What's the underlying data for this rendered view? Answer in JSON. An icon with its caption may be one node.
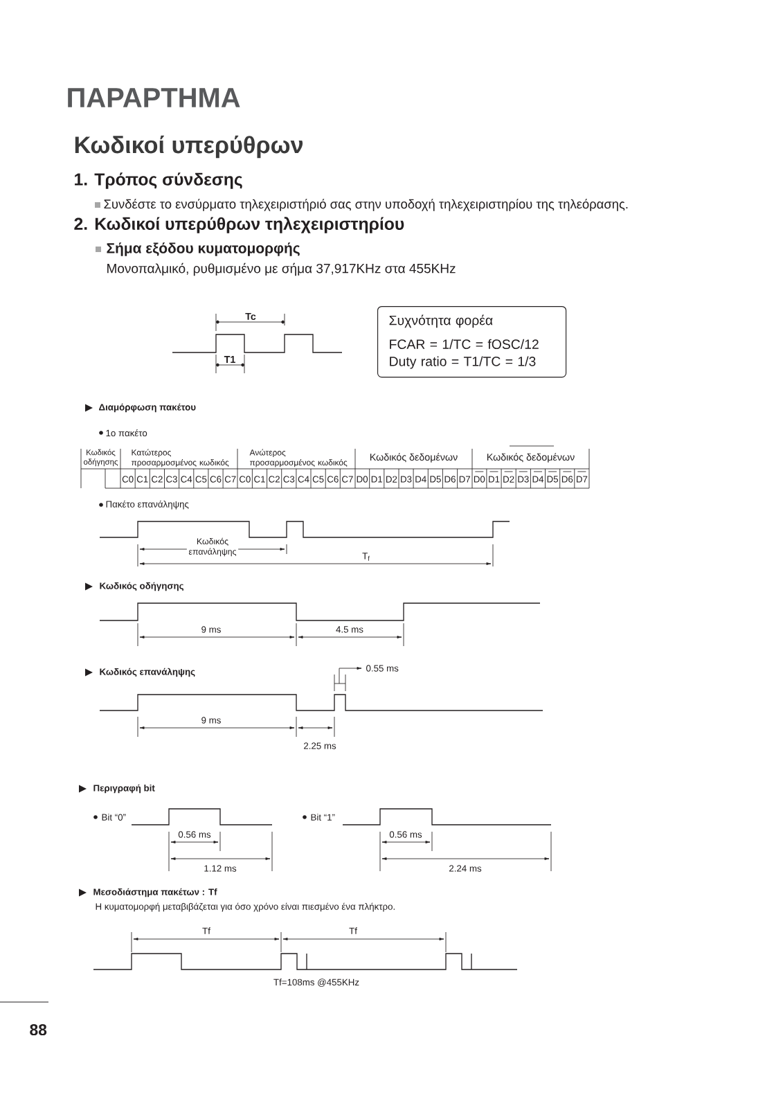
{
  "diagram": {
    "title": "ΠΑΡΑΡΤΗΜΑ",
    "nodes": [
      {
        "text": [
          "Συχνότητα φορέα",
          "FCAR = 1/TC = fOSC/12",
          "Duty ratio = T1/TC = 1/3"
        ]
      }
    ],
    "labels": [
      "Κωδικοί υπερύθρων",
      "1. Τρόπος σύνδεσης",
      "Συνδέστε το ενσύρματο τηλεχειριστήριό σας στην υποδοχή τηλεχειριστηρίου της τηλεόρασης.",
      "2. Κωδικοί υπερύθρων τηλεχειριστηρίου",
      "Σήμα εξόδου κυματομορφής",
      "Μονοπαλμικό, ρυθμισμένο με σήμα 37,917KHz στα 455KHz",
      "Tc",
      "T1",
      "Διαμόρφωση πακέτου",
      "1ο πακέτο",
      "Κωδικός οδήγησης",
      "Κατώτερος προσαρμοσμένος κωδικός",
      "Ανώτερος προσαρμοσμένος κωδικός",
      "Κωδικός δεδομένων",
      "Κωδικός δεδομένων",
      "C0",
      "C1",
      "C2",
      "C3",
      "C4",
      "C5",
      "C6",
      "C7",
      "C0",
      "C1",
      "C2",
      "C3",
      "C4",
      "C5",
      "C6",
      "C7",
      "D0",
      "D1",
      "D2",
      "D3",
      "D4",
      "D5",
      "D6",
      "D7",
      "D0",
      "D1",
      "D2",
      "D3",
      "D4",
      "D5",
      "D6",
      "D7",
      "Πακέτο επανάληψης",
      "Κωδικός επανάληψης",
      "T$_{f}$",
      "Κωδικός οδήγησης",
      "9 ms",
      "4.5 ms",
      "Κωδικός επανάληψης",
      "0.55 ms",
      "9 ms",
      "2.25 ms",
      "Περιγραφή bit",
      "Bit “0”",
      "0.56 ms",
      "1.12 ms",
      "Bit “1”",
      "0.56 ms",
      "2.24 ms",
      "Μεσοδιάστημα πακέτων : Tf",
      "Η κυματομορφή μεταβιβάζεται για όσο χρόνο είναι πιεσμένο ένα πλήκτρο.",
      "Tf",
      "Tf",
      "Tf=108ms @455KHz",
      "88"
    ]
  }
}
